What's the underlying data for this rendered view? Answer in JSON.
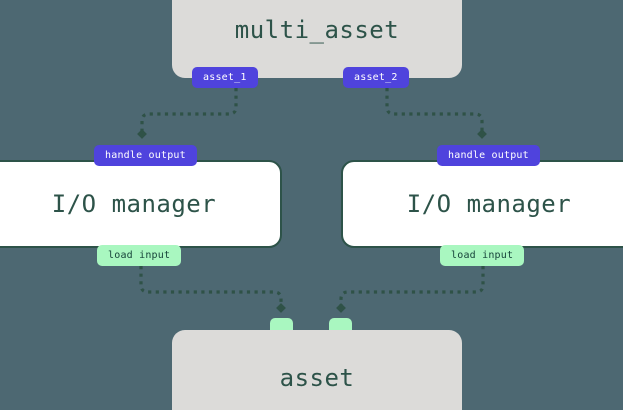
{
  "diagram": {
    "type": "dataflow-graph",
    "background_color": "#4d6872",
    "nodes": [
      {
        "id": "multi_asset",
        "label": "multi_asset",
        "kind": "asset",
        "fill": "#dcdbd9",
        "text_color": "#2d5349"
      },
      {
        "id": "io_manager_left",
        "label": "I/O manager",
        "kind": "io-manager",
        "fill": "#ffffff",
        "border_color": "#2d5349"
      },
      {
        "id": "io_manager_right",
        "label": "I/O manager",
        "kind": "io-manager",
        "fill": "#ffffff",
        "border_color": "#2d5349"
      },
      {
        "id": "asset",
        "label": "asset",
        "kind": "asset",
        "fill": "#dcdbd9",
        "text_color": "#2d5349"
      }
    ],
    "badges": {
      "asset_1": {
        "label": "asset_1",
        "color": "#4f43dd",
        "text_color": "#ffffff"
      },
      "asset_2": {
        "label": "asset_2",
        "color": "#4f43dd",
        "text_color": "#ffffff"
      },
      "handle_output_left": {
        "label": "handle output",
        "color": "#4f43dd",
        "text_color": "#ffffff"
      },
      "handle_output_right": {
        "label": "handle output",
        "color": "#4f43dd",
        "text_color": "#ffffff"
      },
      "load_input_left": {
        "label": "load input",
        "color": "#a9f7c0",
        "text_color": "#17443a"
      },
      "load_input_right": {
        "label": "load input",
        "color": "#a9f7c0",
        "text_color": "#17443a"
      }
    },
    "edges": [
      {
        "from": "asset_1",
        "to": "handle_output_left",
        "style": "dotted",
        "arrow": "diamond",
        "color": "#2f5247"
      },
      {
        "from": "asset_2",
        "to": "handle_output_right",
        "style": "dotted",
        "arrow": "diamond",
        "color": "#2f5247"
      },
      {
        "from": "load_input_left",
        "to": "asset_port_left",
        "style": "dotted",
        "arrow": "diamond",
        "color": "#2f5247"
      },
      {
        "from": "load_input_right",
        "to": "asset_port_right",
        "style": "dotted",
        "arrow": "diamond",
        "color": "#2f5247"
      }
    ],
    "ports": [
      {
        "id": "asset_port_left",
        "color": "#a9f7c0"
      },
      {
        "id": "asset_port_right",
        "color": "#a9f7c0"
      }
    ]
  }
}
